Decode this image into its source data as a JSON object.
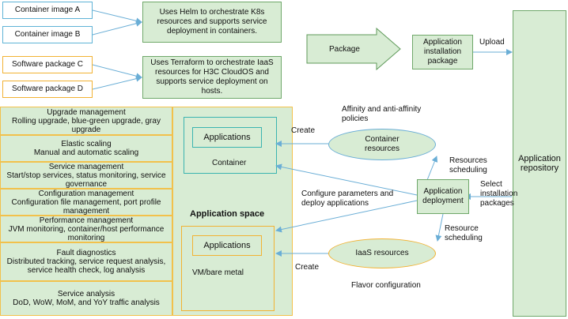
{
  "top": {
    "container_a": "Container image A",
    "container_b": "Container image B",
    "software_c": "Software package C",
    "software_d": "Software package D",
    "helm_note": "Uses Helm to orchestrate K8s resources and supports service deployment in containers.",
    "terraform_note": "Uses Terraform to orchestrate IaaS resources for H3C CloudOS and supports service deployment on hosts.",
    "package_arrow": "Package",
    "app_install_package": "Application installation package",
    "upload": "Upload"
  },
  "left_panel": {
    "items": [
      {
        "title": "Upgrade management",
        "desc": "Rolling upgrade, blue-green upgrade, gray upgrade"
      },
      {
        "title": "Elastic scaling",
        "desc": "Manual and automatic scaling"
      },
      {
        "title": "Service management",
        "desc": "Start/stop services, status monitoring, service governance"
      },
      {
        "title": "Configuration management",
        "desc": "Configuration file management, port profile management"
      },
      {
        "title": "Performance management",
        "desc": "JVM monitoring, container/host performance monitoring"
      },
      {
        "title": "Fault diagnostics",
        "desc": "Distributed tracking, service request analysis, service health check, log analysis"
      },
      {
        "title": "Service analysis",
        "desc": "DoD, WoW, MoM, and YoY traffic analysis"
      }
    ]
  },
  "app_space": {
    "title": "Application space",
    "container_apps": "Applications",
    "container_label": "Container",
    "vm_apps": "Applications",
    "vm_label": "VM/bare metal"
  },
  "middle": {
    "affinity": "Affinity and anti-affinity policies",
    "create_top": "Create",
    "container_resources": "Container resources",
    "configure": "Configure parameters and deploy applications",
    "create_bottom": "Create",
    "iaas_resources": "IaaS resources",
    "flavor": "Flavor configuration",
    "resources_scheduling_top": "Resources scheduling",
    "resource_scheduling_bottom": "Resource scheduling",
    "app_deployment": "Application deployment",
    "select_packages": "Select installation packages",
    "app_repository": "Application repository"
  }
}
